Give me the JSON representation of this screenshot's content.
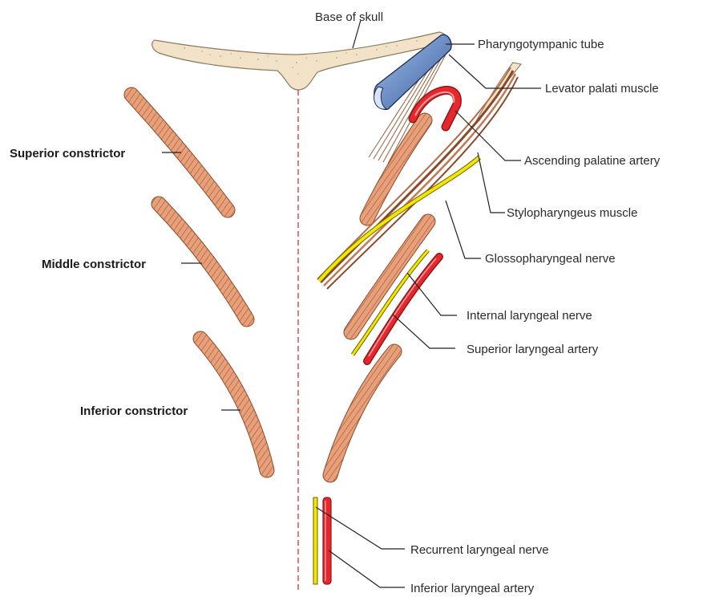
{
  "labels": {
    "base_of_skull": "Base of skull",
    "pharyngotympanic_tube": "Pharyngotympanic tube",
    "levator_palati": "Levator palati muscle",
    "ascending_palatine": "Ascending palatine artery",
    "stylopharyngeus": "Stylopharyngeus muscle",
    "glossopharyngeal": "Glossopharyngeal nerve",
    "internal_laryngeal": "Internal laryngeal nerve",
    "superior_laryngeal_artery": "Superior laryngeal artery",
    "recurrent_laryngeal": "Recurrent laryngeal nerve",
    "inferior_laryngeal_artery": "Inferior laryngeal artery",
    "superior_constrictor": "Superior constrictor",
    "middle_constrictor": "Middle constrictor",
    "inferior_constrictor": "Inferior constrictor"
  },
  "colors": {
    "muscle_fill": "#e8a07a",
    "muscle_stroke": "#8a4a2a",
    "bone": "#f1e2c8",
    "artery": "#e8262d",
    "nerve": "#f3e600",
    "tube": "#7393c8",
    "midline": "#d9342b"
  }
}
